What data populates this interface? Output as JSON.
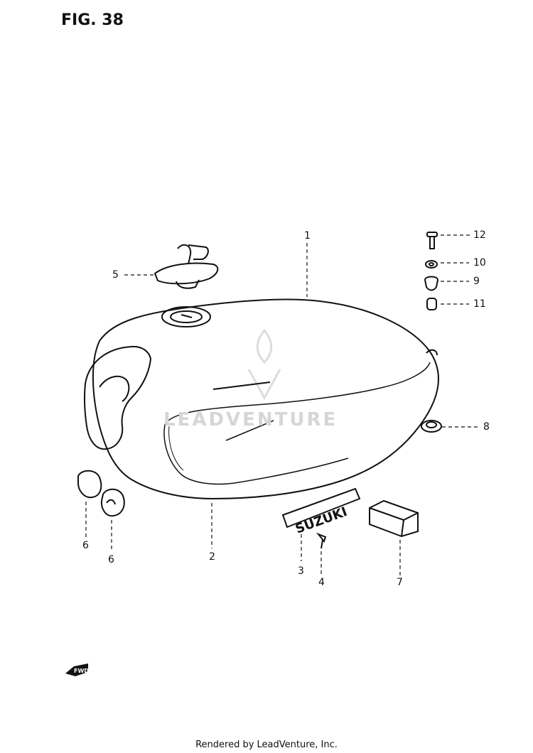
{
  "figure": {
    "title": "FIG. 38"
  },
  "watermark": {
    "text": "LEADVENTURE"
  },
  "footer": {
    "text": "Rendered by LeadVenture, Inc."
  },
  "emblem": {
    "text": "SUZUKI"
  },
  "fwd_marker": {
    "text": "FWD"
  },
  "callouts": [
    "1",
    "2",
    "3",
    "4",
    "5",
    "6",
    "6",
    "7",
    "8",
    "9",
    "10",
    "11",
    "12"
  ]
}
